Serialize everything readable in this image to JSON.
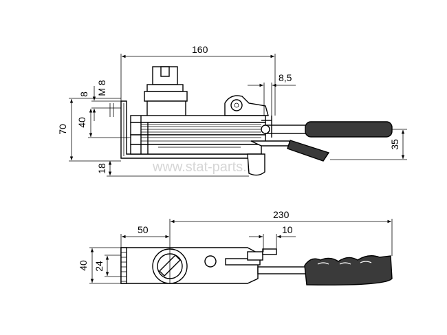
{
  "watermark": "www.stat-parts.ru",
  "top_view": {
    "dim_overall_length": "160",
    "dim_gap": "8,5",
    "dim_thread_8": "8",
    "dim_thread_m8": "M 8",
    "dim_height_70": "70",
    "dim_height_40": "40",
    "dim_base_18": "18",
    "dim_handle_35": "35"
  },
  "bottom_view": {
    "dim_overall_length": "230",
    "dim_offset_50": "50",
    "dim_offset_10": "10",
    "dim_width_40": "40",
    "dim_width_24": "24"
  }
}
